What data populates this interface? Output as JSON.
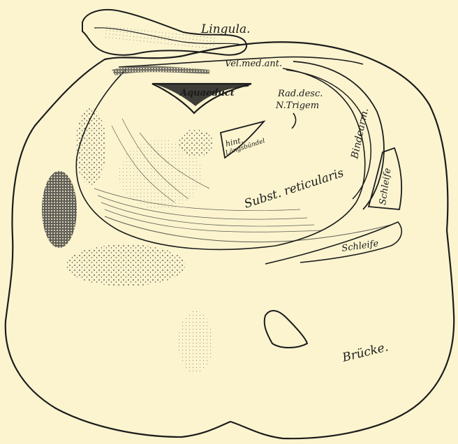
{
  "figure": {
    "labels": {
      "lingula": "Lingula.",
      "vel_med_ant": "Vel.med.ant.",
      "aquaeduct": "Aquaeduct",
      "rad_desc_1": "Rad.desc.",
      "rad_desc_2": "N.Trigem",
      "bindearm": "Bindearm.",
      "hint_1": "hint.",
      "hint_2": "Längsbündel",
      "subst_reticularis": "Subst. reticularis",
      "schleife_upper": "Schleife",
      "schleife_lower": "Schleife",
      "bruecke": "Brücke."
    },
    "colors": {
      "background": "#fbf4cf",
      "ink": "#1c1c1c"
    }
  }
}
